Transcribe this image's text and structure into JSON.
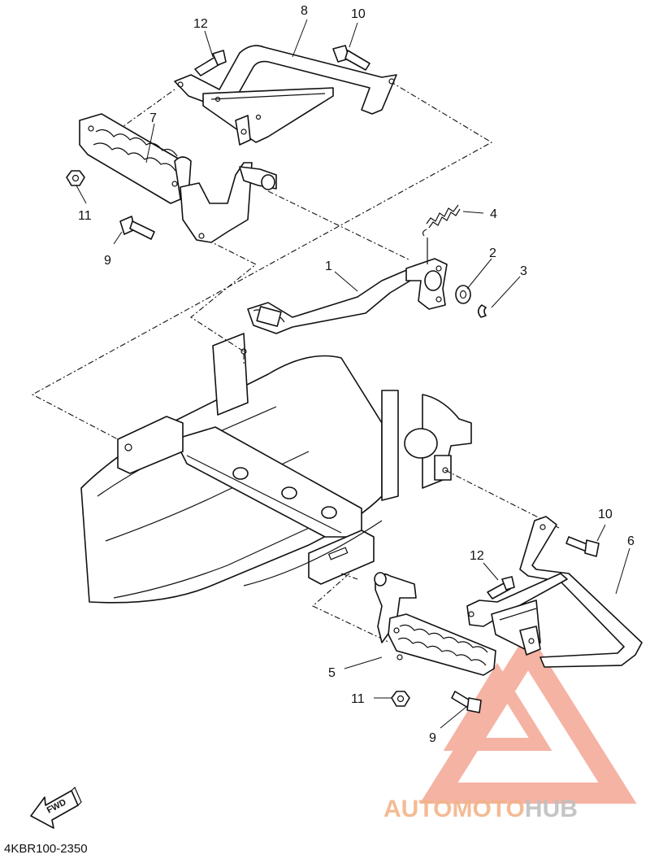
{
  "diagram": {
    "callouts": [
      {
        "id": "c8",
        "text": "8"
      },
      {
        "id": "c10a",
        "text": "10"
      },
      {
        "id": "c12a",
        "text": "12"
      },
      {
        "id": "c7",
        "text": "7"
      },
      {
        "id": "c11a",
        "text": "11"
      },
      {
        "id": "c9a",
        "text": "9"
      },
      {
        "id": "c4",
        "text": "4"
      },
      {
        "id": "c1",
        "text": "1"
      },
      {
        "id": "c2",
        "text": "2"
      },
      {
        "id": "c3",
        "text": "3"
      },
      {
        "id": "c10b",
        "text": "10"
      },
      {
        "id": "c6",
        "text": "6"
      },
      {
        "id": "c12b",
        "text": "12"
      },
      {
        "id": "c5",
        "text": "5"
      },
      {
        "id": "c11b",
        "text": "11"
      },
      {
        "id": "c9b",
        "text": "9"
      }
    ],
    "fwd_label": "FWD",
    "diagram_code": "4KBR100-2350",
    "watermark": {
      "text_part1": "AUTOMOTO",
      "text_part2": "HUB",
      "color_primary": "#f29a86",
      "color_secondary": "#c7c7c7"
    }
  }
}
